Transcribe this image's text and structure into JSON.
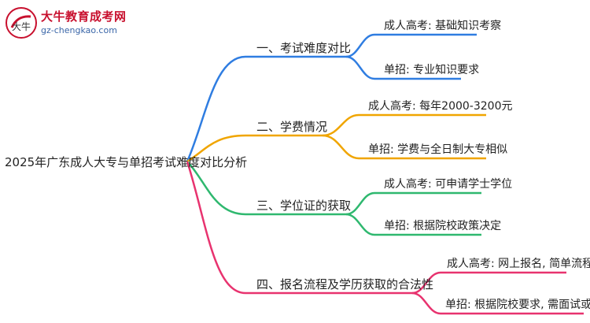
{
  "logo": {
    "name": "大牛教育成考网",
    "url": "gz-chengkao.com",
    "mark_text": "大牛"
  },
  "root": "2025年广东成人大专与单招考试难度对比分析",
  "colors": {
    "blue": "#2f7de1",
    "orange": "#f0a500",
    "green": "#2fb86f",
    "pink": "#e8336f"
  },
  "branches": [
    {
      "label": "一、考试难度对比",
      "color": "blue",
      "leaves": [
        "成人高考: 基础知识考察",
        "单招: 专业知识要求"
      ]
    },
    {
      "label": "二、学费情况",
      "color": "orange",
      "leaves": [
        "成人高考: 每年2000-3200元",
        "单招: 学费与全日制大专相似"
      ]
    },
    {
      "label": "三、学位证的获取",
      "color": "green",
      "leaves": [
        "成人高考: 可申请学士学位",
        "单招: 根据院校政策决定"
      ]
    },
    {
      "label": "四、报名流程及学历获取的合法性",
      "color": "pink",
      "leaves": [
        "成人高考: 网上报名, 简单流程",
        "单招: 根据院校要求, 需面试或笔试"
      ]
    }
  ]
}
